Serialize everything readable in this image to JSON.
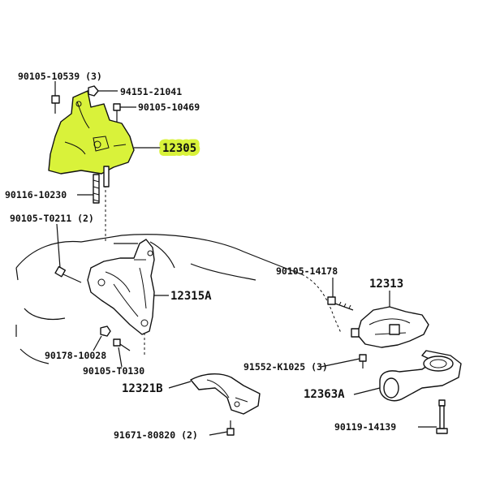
{
  "labels": {
    "p90105_10539": "90105-10539 (3)",
    "p94151_21041": "94151-21041",
    "p90105_10469": "90105-10469",
    "p12305": "12305",
    "p90116_10230": "90116-10230",
    "p90105_T0211": "90105-T0211 (2)",
    "p12315A": "12315A",
    "p90178_10028": "90178-10028",
    "p90105_T0130": "90105-T0130",
    "p12321B": "12321B",
    "p91671_80820": "91671-80820 (2)",
    "p90105_14178": "90105-14178",
    "p12313": "12313",
    "p91552_K1025": "91552-K1025 (3)",
    "p12363A": "12363A",
    "p90119_14139": "90119-14139"
  },
  "colors": {
    "highlight": "#d9f23a",
    "ink": "#111111",
    "background": "#ffffff"
  }
}
